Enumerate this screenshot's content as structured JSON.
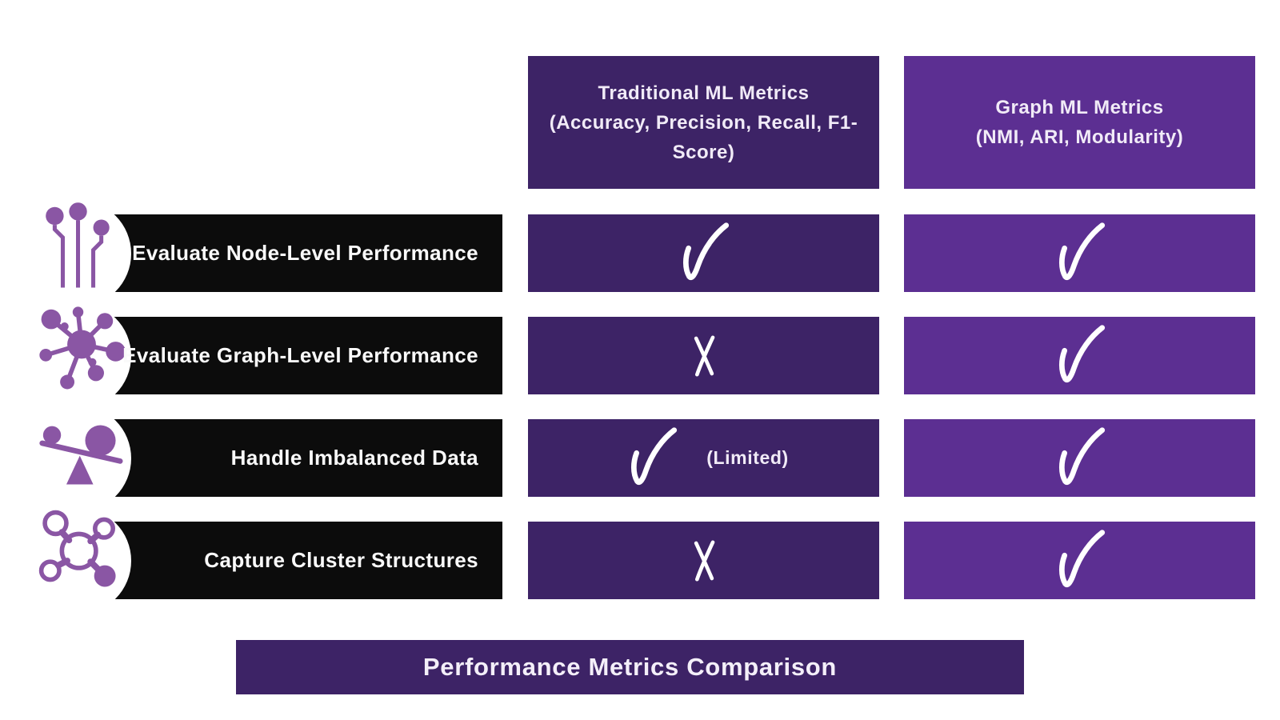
{
  "colors": {
    "dark_purple": "#3d2366",
    "medium_purple": "#5c2f92",
    "icon_purple": "#8a56a4",
    "row_bar_black": "#0c0c0c",
    "text_white": "#f1ebf7",
    "background": "#ffffff"
  },
  "columns": [
    {
      "title": "Traditional ML Metrics",
      "subtitle": "(Accuracy, Precision, Recall, F1-Score)"
    },
    {
      "title": "Graph ML Metrics",
      "subtitle": "(NMI, ARI, Modularity)"
    }
  ],
  "rows": [
    {
      "label": "Evaluate Node-Level Performance",
      "icon": "node-pins-icon",
      "cells": [
        {
          "mark": "check",
          "note": ""
        },
        {
          "mark": "check",
          "note": ""
        }
      ]
    },
    {
      "label": "Evaluate Graph-Level Performance",
      "icon": "network-hub-icon",
      "cells": [
        {
          "mark": "x",
          "note": ""
        },
        {
          "mark": "check",
          "note": ""
        }
      ]
    },
    {
      "label": "Handle Imbalanced Data",
      "icon": "balance-seesaw-icon",
      "cells": [
        {
          "mark": "check",
          "note": "(Limited)"
        },
        {
          "mark": "check",
          "note": ""
        }
      ]
    },
    {
      "label": "Capture Cluster Structures",
      "icon": "cluster-icon",
      "cells": [
        {
          "mark": "x",
          "note": ""
        },
        {
          "mark": "check",
          "note": ""
        }
      ]
    }
  ],
  "footer": {
    "title": "Performance Metrics Comparison"
  }
}
